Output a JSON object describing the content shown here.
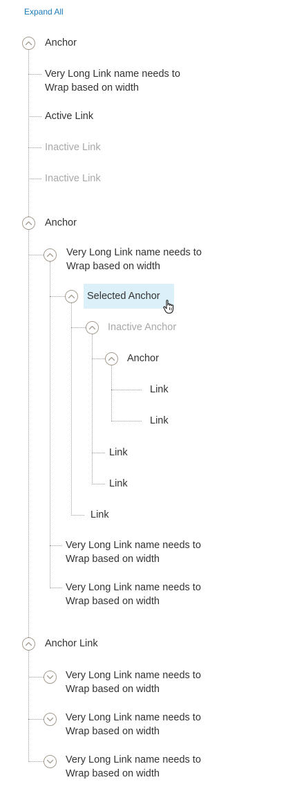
{
  "expand_all": "Expand All",
  "labels": {
    "n1": "Anchor",
    "n1_1": "Very Long Link name needs to Wrap based on width",
    "n1_2": "Active Link",
    "n1_3": "Inactive Link",
    "n1_4": "Inactive Link",
    "n2": "Anchor",
    "n2_1": "Very Long Link name needs to Wrap based on width",
    "n2_1_1": "Selected Anchor",
    "n2_1_1_1": "Inactive Anchor",
    "n2_1_1_1_1": "Anchor",
    "n2_1_1_1_1_1": "Link",
    "n2_1_1_1_1_2": "Link",
    "n2_1_1_1_2": "Link",
    "n2_1_1_1_3": "Link",
    "n2_1_1_2": "Link",
    "n2_1_2": "Very Long Link name needs to Wrap based on width",
    "n2_1_3": "Very Long Link name needs to Wrap based on width",
    "n3": "Anchor Link",
    "n3_1": "Very Long Link name needs to Wrap based on width",
    "n3_2": "Very Long Link name needs to Wrap based on width",
    "n3_3": "Very Long Link name needs to Wrap based on width"
  },
  "states": {
    "n1_3": "inactive",
    "n1_4": "inactive",
    "n2_1_1": "selected",
    "n2_1_1_1": "inactive"
  },
  "icons": {
    "expanded": "chevron-up-icon",
    "collapsed": "chevron-down-icon",
    "cursor": "hand-pointer-icon"
  },
  "colors": {
    "link": "#1a7bb9",
    "text": "#333333",
    "inactive": "#a8a8a8",
    "selected_bg": "#dcf0fa",
    "circle": "#a49a8d",
    "connector": "#9c9c9c"
  }
}
